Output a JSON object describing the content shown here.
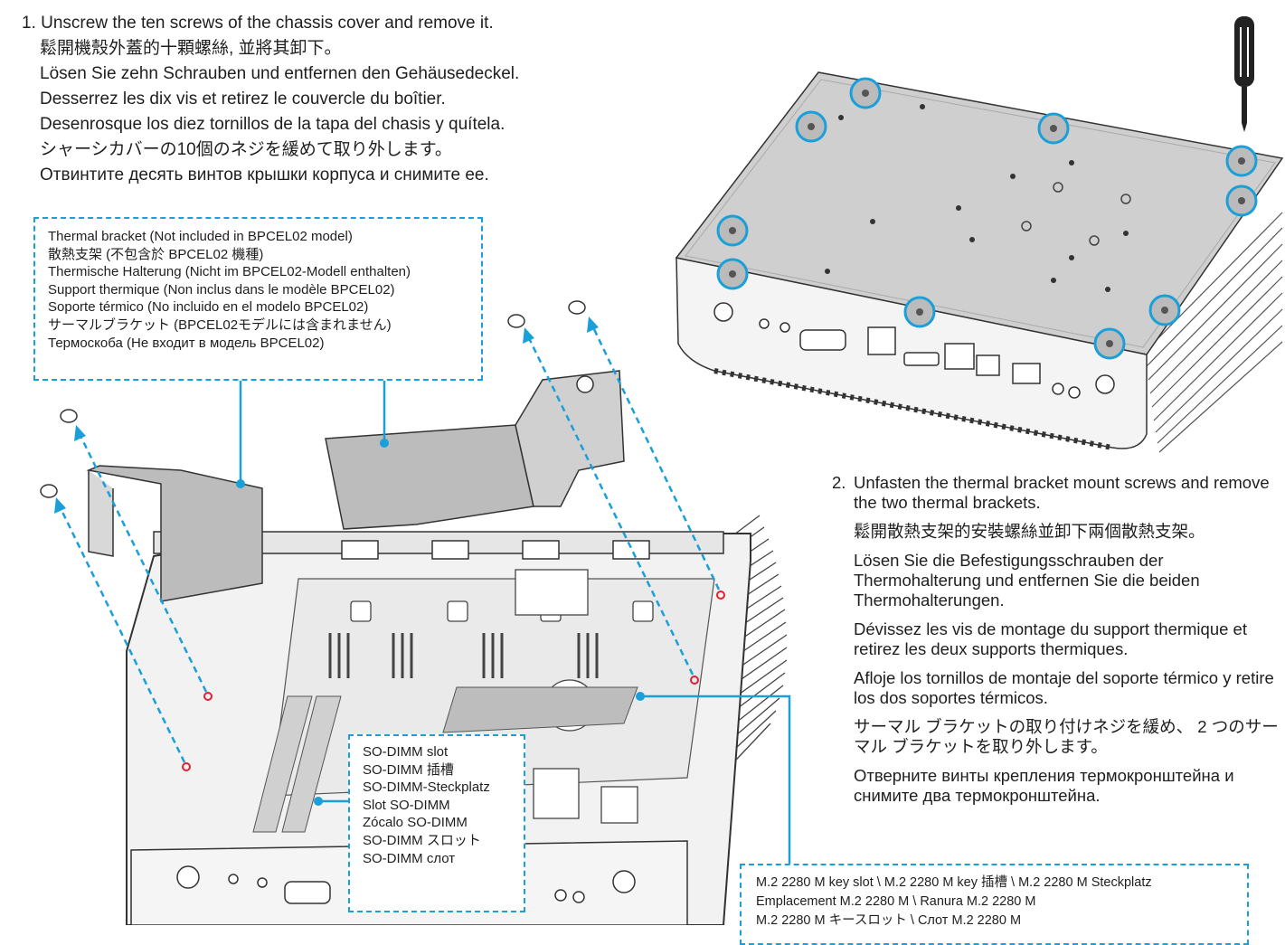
{
  "step1": {
    "number": "1.",
    "lines": [
      "Unscrew the ten screws of the chassis cover and remove it.",
      "鬆開機殼外蓋的十顆螺絲, 並將其卸下。",
      "Lösen Sie zehn Schrauben und entfernen den Gehäusedeckel.",
      "Desserrez les dix vis et retirez le couvercle du boîtier.",
      "Desenrosque los diez tornillos de la tapa del chasis y quítela.",
      "シャーシカバーの10個のネジを緩めて取り外します。",
      "Отвинтите десять винтов крышки корпуса и снимите ее."
    ]
  },
  "thermal_callout": {
    "lines": [
      "Thermal bracket (Not included in BPCEL02 model)",
      "散熱支架 (不包含於 BPCEL02 機種)",
      "Thermische Halterung (Nicht im BPCEL02-Modell enthalten)",
      "Support thermique (Non inclus dans le modèle BPCEL02)",
      "Soporte térmico (No incluido en el modelo BPCEL02)",
      "サーマルブラケット (BPCEL02モデルには含まれません)",
      "Термоскоба (Не входит в модель BPCEL02)"
    ]
  },
  "sodimm_callout": {
    "lines": [
      "SO-DIMM slot",
      "SO-DIMM 插槽",
      "SO-DIMM-Steckplatz",
      "Slot SO-DIMM",
      "Zócalo SO-DIMM",
      "SO-DIMM スロット",
      "SO-DIMM слот"
    ]
  },
  "step2": {
    "number": "2.",
    "paragraphs": [
      "Unfasten the thermal bracket mount screws and remove the two thermal brackets.",
      "鬆開散熱支架的安裝螺絲並卸下兩個散熱支架。",
      "Lösen Sie die Befestigungsschrauben der Thermohalterung und entfernen Sie die beiden Thermohalterungen.",
      "Dévissez les vis de montage du support thermique et retirez les deux supports thermiques.",
      "Afloje los tornillos de montaje del soporte térmico y retire los dos soportes térmicos.",
      "サーマル ブラケットの取り付けネジを緩め、 2 つのサーマル ブラケットを取り外します。",
      "Отверните винты крепления термокронштейна и снимите два термокронштейна."
    ]
  },
  "m2_callout": {
    "lines": [
      "M.2 2280 M key slot \\ M.2 2280 M key 插槽 \\ M.2 2280 M Steckplatz",
      "Emplacement M.2 2280 M \\ Ranura M.2 2280 M",
      "M.2 2280 M キースロット \\ Слот M.2 2280 M"
    ]
  },
  "colors": {
    "accent": "#1a9fd9",
    "screw_marker": "#e02030",
    "metal": "#c9c9c9",
    "metal_dark": "#9a9a9a",
    "text": "#1e1e1e"
  },
  "icons": [
    "screwdriver-icon",
    "screw-icon",
    "screw-highlight-icon"
  ]
}
